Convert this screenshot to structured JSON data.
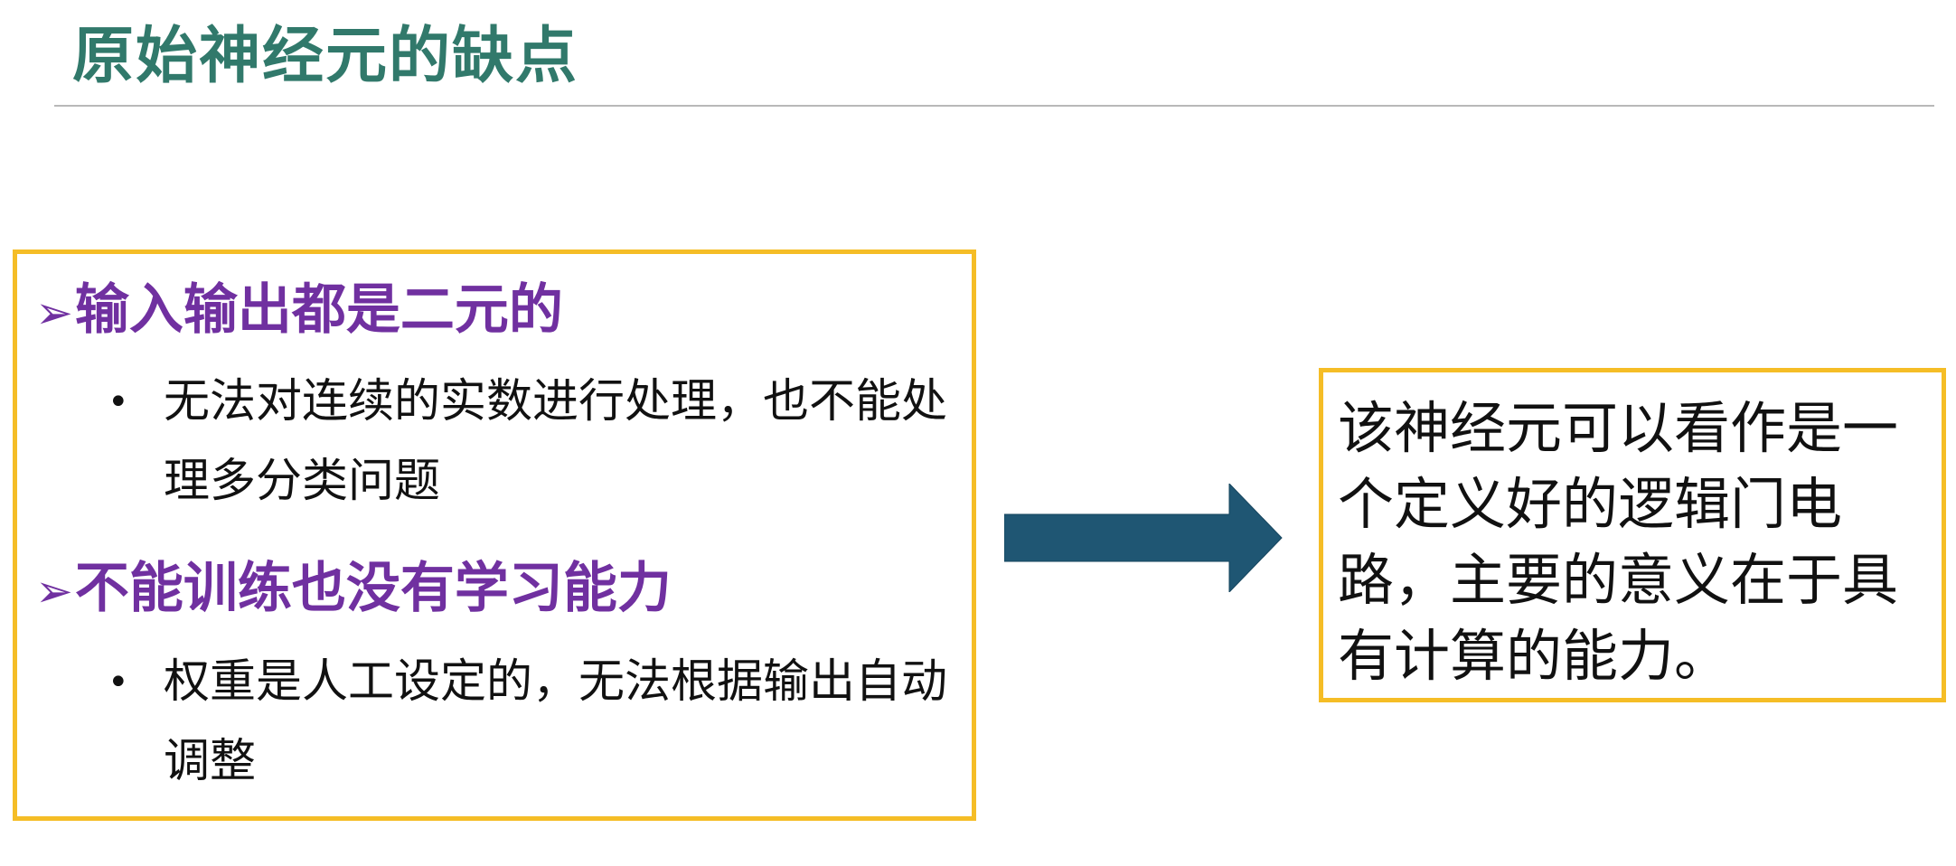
{
  "title": "原始神经元的缺点",
  "left_box": {
    "sections": [
      {
        "heading": "输入输出都是二元的",
        "bullet": "无法对连续的实数进行处理，也不能处理多分类问题"
      },
      {
        "heading": "不能训练也没有学习能力",
        "bullet": "权重是人工设定的，无法根据输出自动调整"
      }
    ],
    "heading_marker": "➢",
    "bullet_marker": "•"
  },
  "right_box": {
    "text": "该神经元可以看作是一个定义好的逻辑门电路，主要的意义在于具有计算的能力。"
  },
  "colors": {
    "title": "#31796b",
    "heading": "#7030a0",
    "border": "#f5bd26",
    "arrow": "#1f5673"
  }
}
